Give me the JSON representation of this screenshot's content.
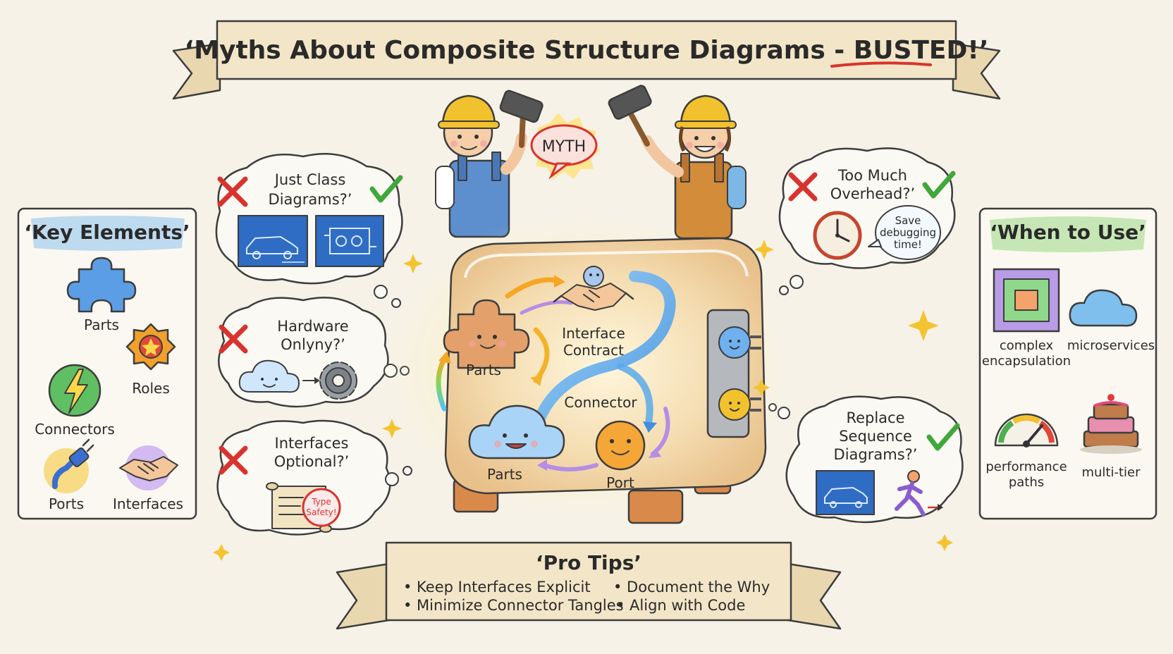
{
  "title": {
    "prefix": "‘Myths About Composite Structure Diagrams - ",
    "highlight": "BUSTED!",
    "suffix": "’"
  },
  "colors": {
    "accent_red": "#d9332e",
    "check_green": "#3fa83a",
    "blueprint": "#2f6cc4",
    "banner": "#f3e6c8",
    "panel_blue": "#a9d0ee",
    "panel_green": "#b9e2a6"
  },
  "key_elements": {
    "heading": "‘Key Elements’",
    "items": [
      {
        "label": "Parts",
        "icon": "puzzle-piece-icon"
      },
      {
        "label": "Roles",
        "icon": "role-badge-icon"
      },
      {
        "label": "Connectors",
        "icon": "lightning-icon"
      },
      {
        "label": "Ports",
        "icon": "plug-icon"
      },
      {
        "label": "Interfaces",
        "icon": "handshake-icon"
      }
    ]
  },
  "when_to_use": {
    "heading": "‘When to Use’",
    "items": [
      {
        "label_line1": "complex",
        "label_line2": "encapsulation",
        "icon": "nested-squares-icon"
      },
      {
        "label_line1": "microservices",
        "label_line2": "",
        "icon": "cloud-icon"
      },
      {
        "label_line1": "performance",
        "label_line2": "paths",
        "icon": "gauge-icon"
      },
      {
        "label_line1": "multi-tier",
        "label_line2": "",
        "icon": "layered-cake-icon"
      }
    ]
  },
  "myths": {
    "bubble": "MYTH",
    "class": {
      "line1": "Just Class",
      "line2": "Diagrams?’"
    },
    "hardware": {
      "line1": "Hardware",
      "line2": "Onlyny?’"
    },
    "interfaces": {
      "line1": "Interfaces",
      "line2": "Optional?’",
      "stamp_line1": "Type",
      "stamp_line2": "Safety!"
    },
    "overhead": {
      "line1": "Too Much",
      "line2": "Overhead?’",
      "speech_line1": "Save",
      "speech_line2": "debugging",
      "speech_line3": "time!"
    },
    "sequence": {
      "line1": "Replace",
      "line2": "Sequence",
      "line3": "Diagrams?’"
    }
  },
  "center": {
    "interface_contract_line1": "Interface",
    "interface_contract_line2": "Contract",
    "parts_top": "Parts",
    "connector": "Connector",
    "parts_bottom": "Parts",
    "port": "Port"
  },
  "pro_tips": {
    "heading": "‘Pro Tips’",
    "tips": [
      "• Keep Interfaces Explicit",
      "• Document the Why",
      "• Minimize Connector Tangles",
      "• Align with Code"
    ]
  }
}
